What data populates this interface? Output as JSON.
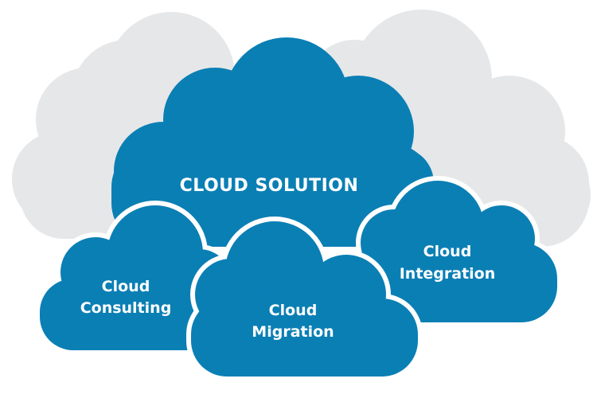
{
  "colors": {
    "background_cloud": "#e6e7e8",
    "cloud_fill": "#0a7fb4",
    "cloud_outline": "#ffffff",
    "label": "#ffffff"
  },
  "clouds": {
    "main": {
      "label": "CLOUD SOLUTION"
    },
    "consulting": {
      "line1": "Cloud",
      "line2": "Consulting"
    },
    "migration": {
      "line1": "Cloud",
      "line2": "Migration"
    },
    "integration": {
      "line1": "Cloud",
      "line2": "Integration"
    }
  }
}
